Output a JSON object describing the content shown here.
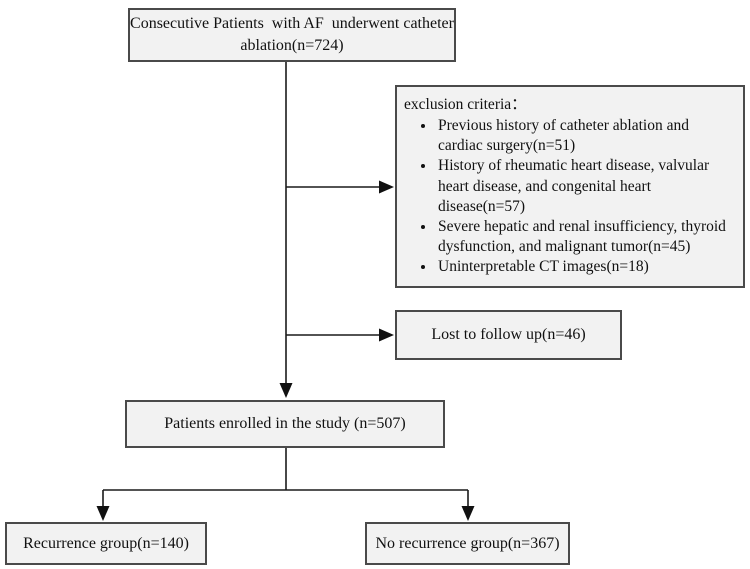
{
  "figure": {
    "type": "flowchart",
    "boxes": {
      "top": "Consecutive Patients  with AF  underwent catheter ablation(n=724)",
      "exclusion_title": "exclusion criteria：",
      "exclusion_items": [
        "Previous history of catheter ablation and cardiac surgery(n=51)",
        "History of rheumatic heart disease, valvular heart disease, and congenital heart disease(n=57)",
        "Severe hepatic and renal insufficiency, thyroid dysfunction, and malignant tumor(n=45)",
        "Uninterpretable CT images(n=18)"
      ],
      "lost": "Lost to follow up(n=46)",
      "enrolled": "Patients enrolled in the study (n=507)",
      "recurrence": "Recurrence group(n=140)",
      "no_recurrence": "No recurrence group(n=367)"
    },
    "colors": {
      "box_fill": "#f2f2f2",
      "box_border": "#4a4a4a",
      "connector": "#1a1a1a",
      "text": "#111111",
      "background": "#ffffff"
    }
  }
}
